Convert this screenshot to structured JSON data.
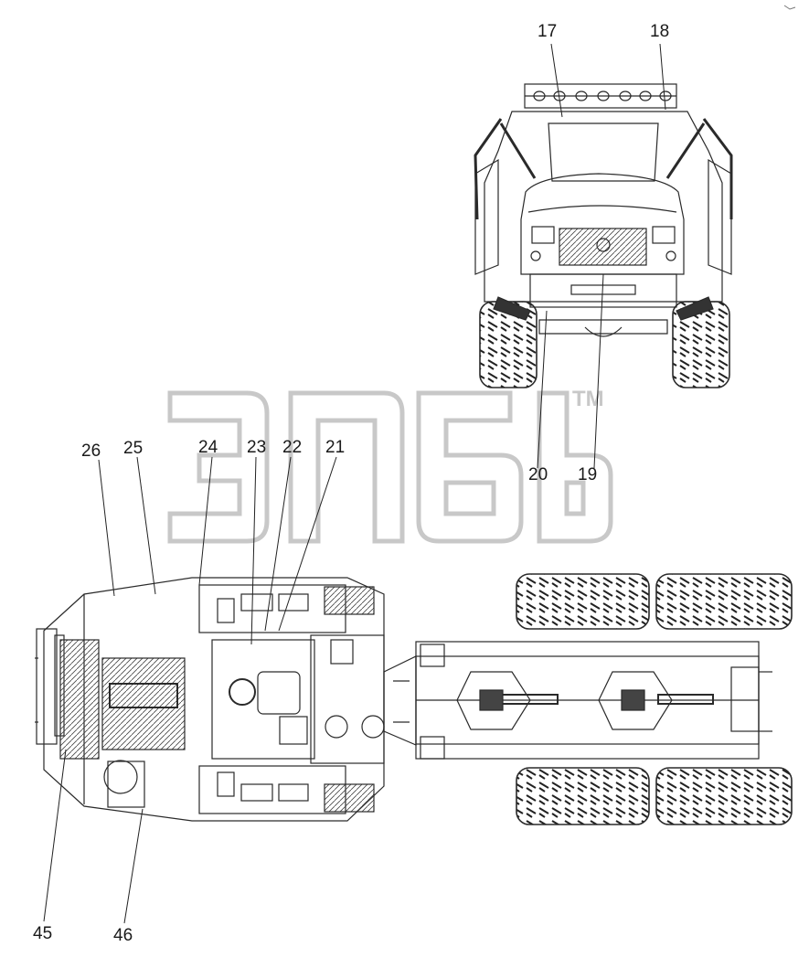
{
  "watermark": {
    "text": "элб",
    "trademark": "TM"
  },
  "callouts": [
    "17",
    "18",
    "19",
    "20",
    "21",
    "22",
    "23",
    "24",
    "25",
    "26",
    "45",
    "46"
  ],
  "colors": {
    "line": "#2a2a2a",
    "watermark_stroke": "#c8c8c8"
  }
}
